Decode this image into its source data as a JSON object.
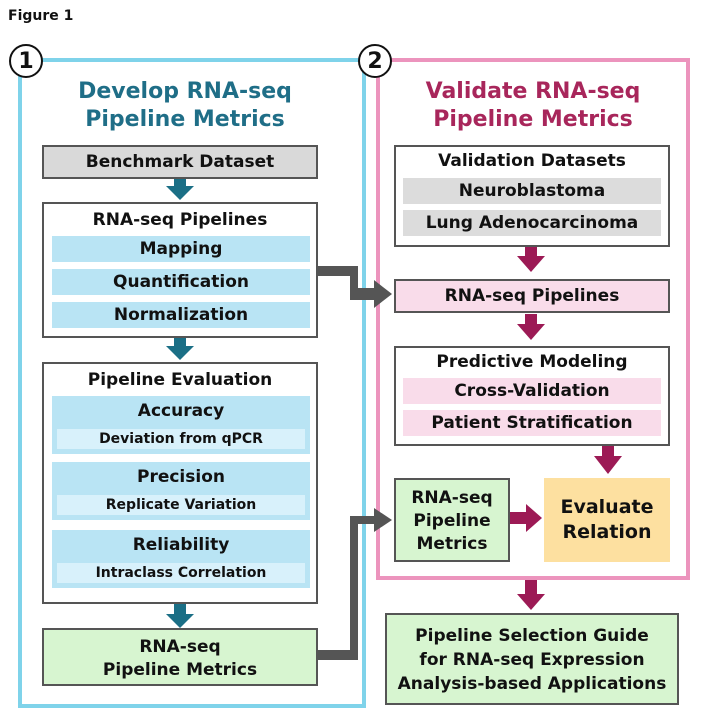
{
  "figure_label": "Figure 1",
  "panel1": {
    "number": "1",
    "title_line1": "Develop RNA-seq",
    "title_line2": "Pipeline Metrics",
    "benchmark": "Benchmark Dataset",
    "pipelines_header": "RNA-seq Pipelines",
    "pipeline_steps": [
      "Mapping",
      "Quantification",
      "Normalization"
    ],
    "evaluation_header": "Pipeline Evaluation",
    "metrics": [
      {
        "name": "Accuracy",
        "desc": "Deviation from qPCR"
      },
      {
        "name": "Precision",
        "desc": "Replicate Variation"
      },
      {
        "name": "Reliability",
        "desc": "Intraclass Correlation"
      }
    ],
    "output_line1": "RNA-seq",
    "output_line2": "Pipeline Metrics"
  },
  "panel2": {
    "number": "2",
    "title_line1": "Validate RNA-seq",
    "title_line2": "Pipeline Metrics",
    "validation_header": "Validation Datasets",
    "datasets": [
      "Neuroblastoma",
      "Lung Adenocarcinoma"
    ],
    "pipelines": "RNA-seq Pipelines",
    "modeling_header": "Predictive Modeling",
    "modeling_items": [
      "Cross-Validation",
      "Patient Stratification"
    ],
    "metrics_line1": "RNA-seq",
    "metrics_line2": "Pipeline",
    "metrics_line3": "Metrics",
    "evaluate_line1": "Evaluate",
    "evaluate_line2": "Relation"
  },
  "guide": {
    "line1": "Pipeline Selection Guide",
    "line2": "for RNA-seq Expression",
    "line3": "Analysis-based Applications"
  },
  "colors": {
    "panel1_border": "#7fd3ea",
    "panel2_border": "#ec94bd",
    "teal_arrow": "#1b6f86",
    "maroon_arrow": "#9c1a55",
    "connector_grey": "#555555"
  }
}
